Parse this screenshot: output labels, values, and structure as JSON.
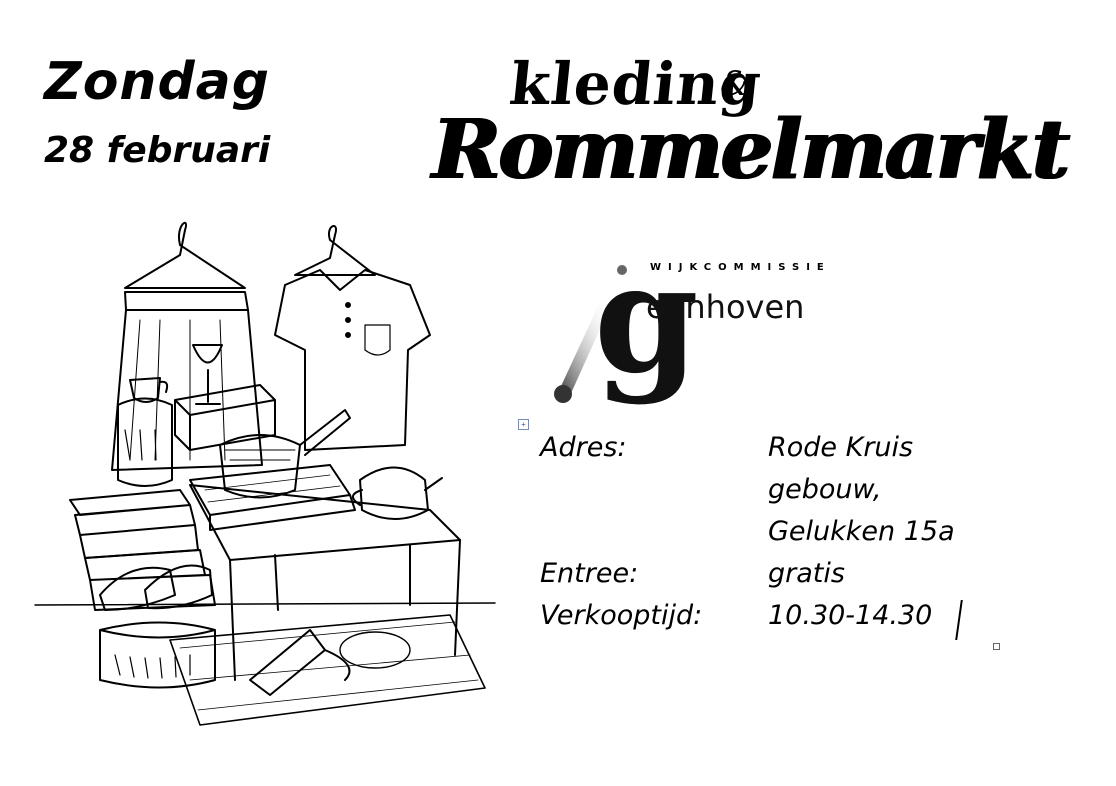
{
  "header": {
    "day": "Zondag",
    "date": "28 februari"
  },
  "logo": {
    "line1": "kleding",
    "ampersand": "&",
    "line2": "Rommelmarkt"
  },
  "sponsor": {
    "small_caps": "WIJKCOMMISSIE",
    "initial": "g",
    "name": "eenhoven"
  },
  "info": {
    "rows": [
      {
        "label": "Adres:",
        "value": "Rode Kruis"
      },
      {
        "label": "",
        "value": "gebouw,"
      },
      {
        "label": "",
        "value": "Gelukken 15a"
      },
      {
        "label": "Entree:",
        "value": "gratis"
      },
      {
        "label": "Verkooptijd:",
        "value": "10.30-14.30"
      }
    ]
  },
  "illustration": {
    "icon": "market-stall-sketch"
  }
}
